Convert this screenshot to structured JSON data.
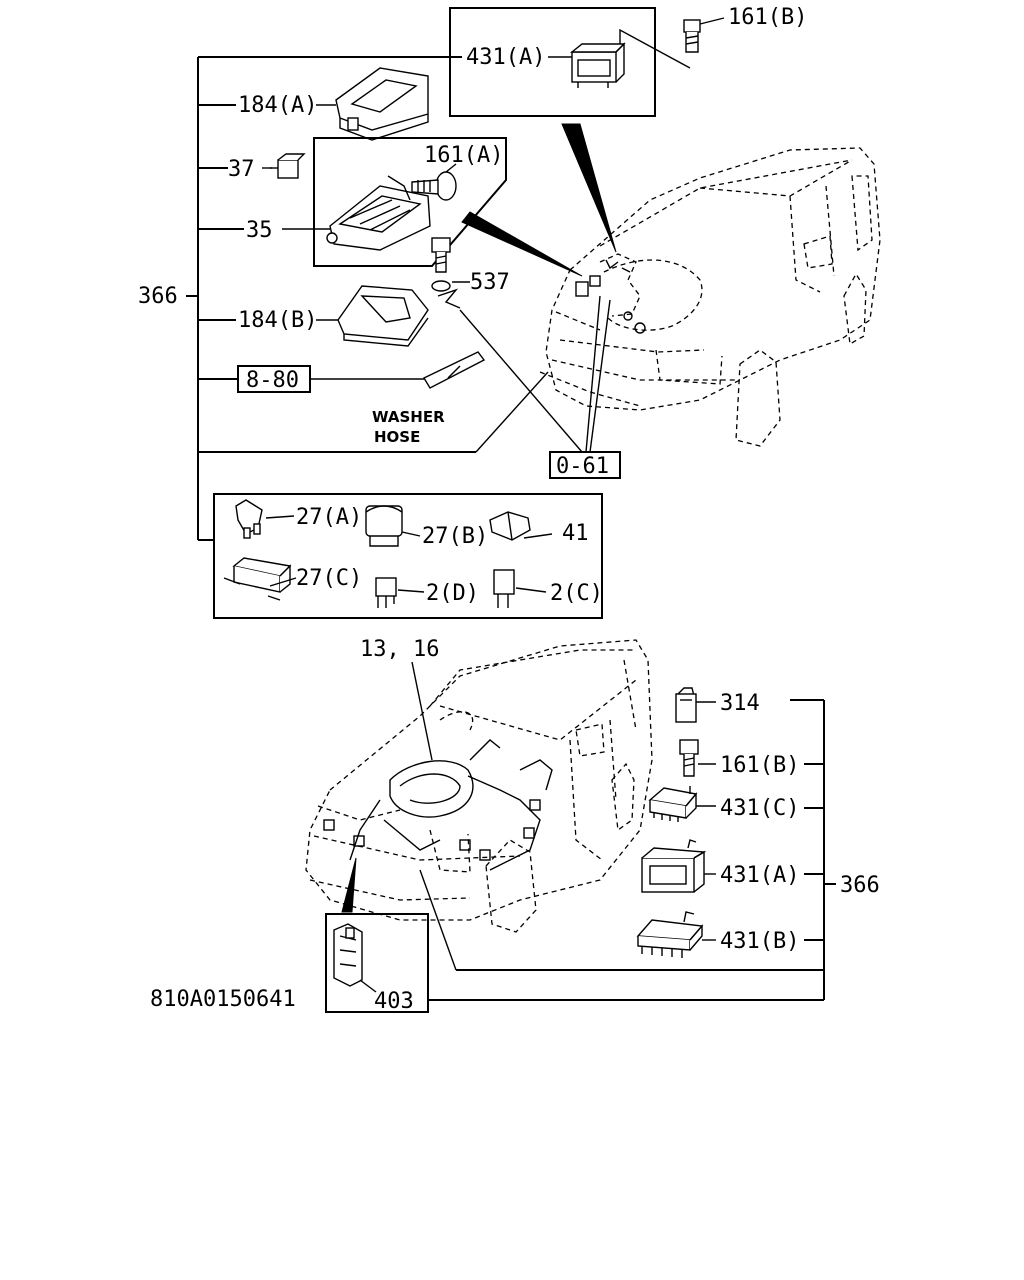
{
  "labels": {
    "p431a_top": "431(A)",
    "p161b_top": "161(B)",
    "p184a": "184(A)",
    "p37": "37",
    "p161a": "161(A)",
    "p35": "35",
    "p366_left": "366",
    "p537": "537",
    "p184b": "184(B)",
    "p8_80": "8-80",
    "washer1": "WASHER",
    "washer2": "HOSE",
    "p0_61": "0-61",
    "p27a": "27(A)",
    "p27b": "27(B)",
    "p41": "41",
    "p27c": "27(C)",
    "p2d": "2(D)",
    "p2c": "2(C)",
    "p13_16": "13, 16",
    "p314": "314",
    "p161b_bot": "161(B)",
    "p431c": "431(C)",
    "p431a_bot": "431(A)",
    "p366_right": "366",
    "p431b": "431(B)",
    "p403": "403",
    "diagram_id": "810A0150641"
  }
}
